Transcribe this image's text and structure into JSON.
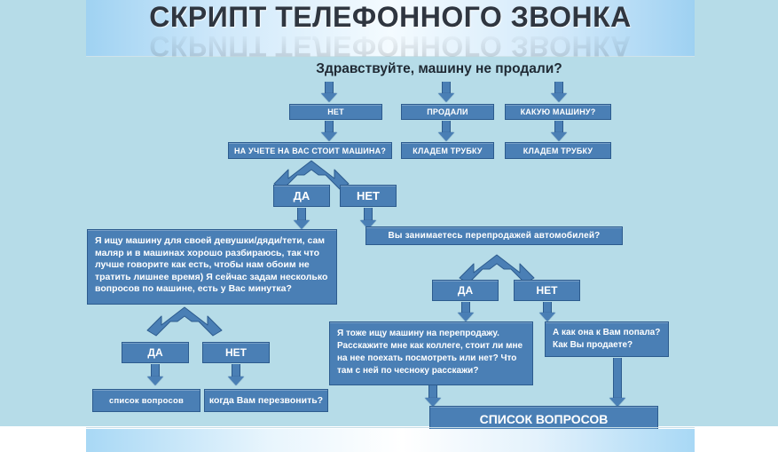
{
  "slide": {
    "title": "СКРИПТ ТЕЛЕФОННОГО ЗВОНКА",
    "background_color": "#b6dce8",
    "node_fill_color": "#4a7fb5",
    "node_border_color": "#2c5b8e",
    "node_text_color": "#ffffff",
    "title_color": "#2f3640"
  },
  "flow": {
    "root": "Здравствуйте, машину не продали?",
    "branch_no": "НЕТ",
    "branch_sold": "ПРОДАЛИ",
    "branch_which_car": "КАКУЮ МАШИНУ?",
    "registered_question": "НА УЧЕТЕ НА ВАС СТОИТ МАШИНА?",
    "hang_up_1": "КЛАДЕМ ТРУБКУ",
    "hang_up_2": "КЛАДЕМ ТРУБКУ",
    "reg_yes": "ДА",
    "reg_no": "НЕТ",
    "pitch_script": "Я ищу машину для своей девушки/дяди/тети, сам маляр и в машинах хорошо разбираюсь, так что лучше говорите  как есть, чтобы нам обоим не тратить лишнее время) Я сейчас задам несколько вопросов по машине, есть у Вас минутка?",
    "resale_question": "Вы занимаетесь перепродажей автомобилей?",
    "pitch_yes": "ДА",
    "pitch_no": "НЕТ",
    "resale_yes": "ДА",
    "resale_no": "НЕТ",
    "questions_list_small": "список вопросов",
    "callback_question": "когда Вам перезвонить?",
    "colleague_script": "Я тоже ищу машину на перепродажу. Расскажите мне как коллеге, стоит ли мне на нее поехать посмотреть или нет? Что там с ней по чесноку расскажи?",
    "how_got_it_script": "А как она к Вам попала? Как Вы продаете?",
    "questions_list_final": "СПИСОК ВОПРОСОВ"
  }
}
